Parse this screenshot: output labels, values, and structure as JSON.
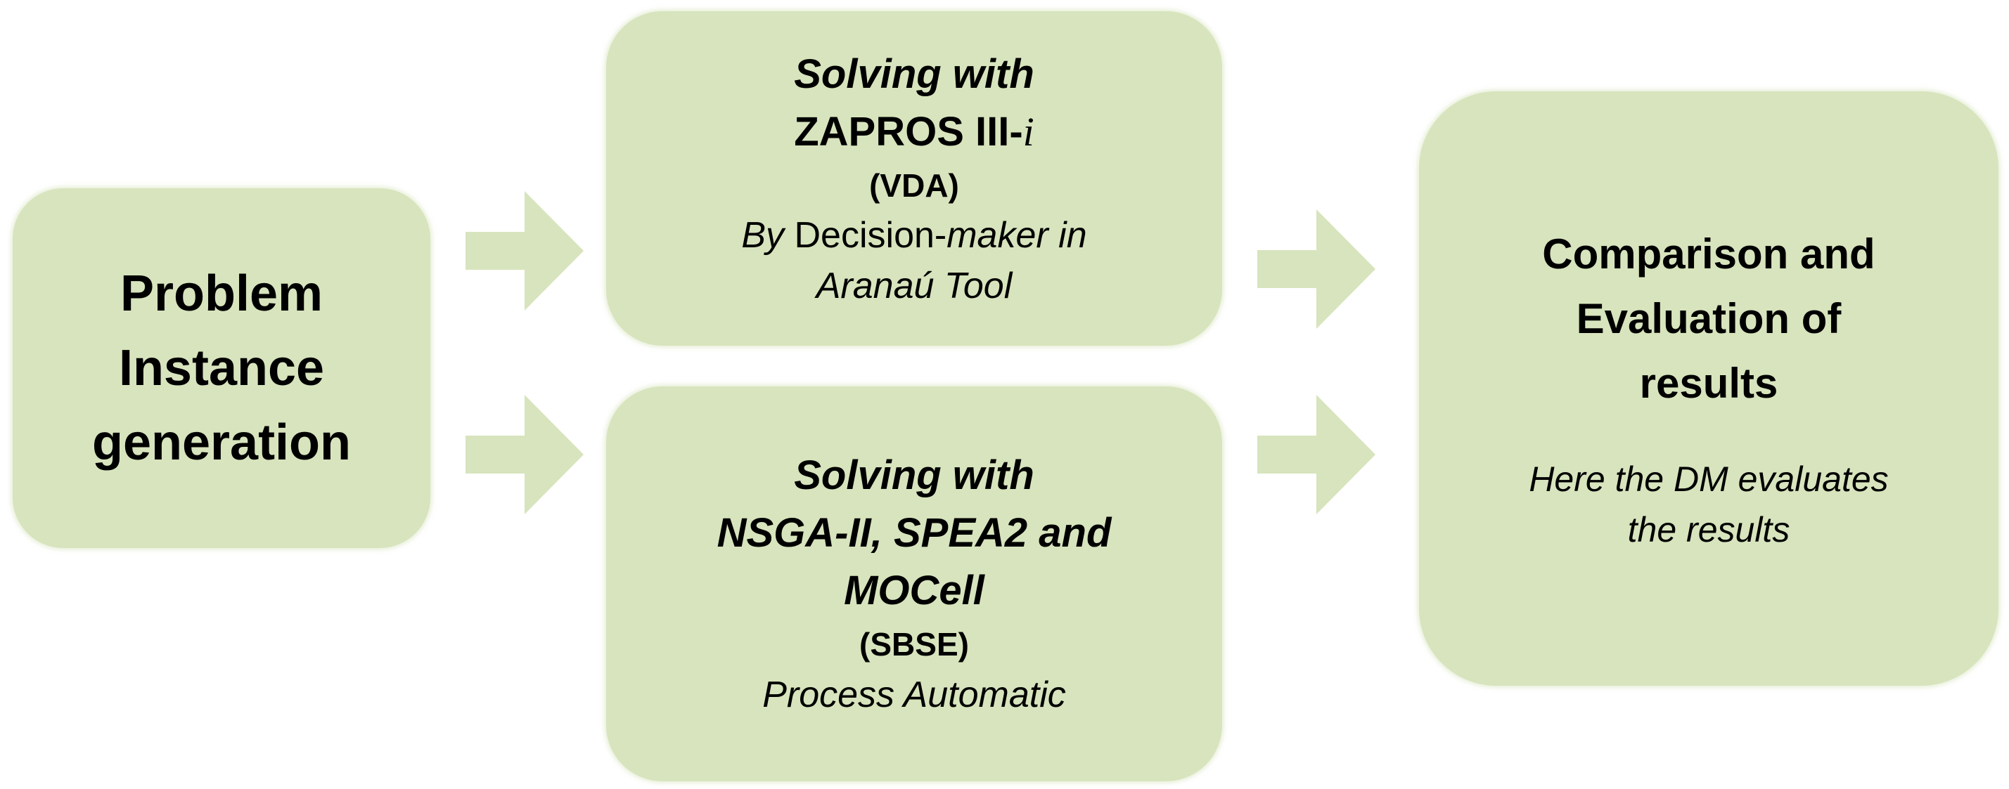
{
  "problem_box": {
    "lines": [
      "Problem",
      "Instance",
      "generation"
    ]
  },
  "vda_box": {
    "title_italic": "Solving with",
    "method": "ZAPROS III-",
    "method_suffix": "i",
    "tag": "(VDA)",
    "by_prefix": "By",
    "by_mid": " Decision-",
    "by_maker": "maker in",
    "tool": "Aranaú Tool"
  },
  "sbse_box": {
    "title_italic": "Solving with",
    "methods_line1": "NSGA-II, SPEA2 and",
    "methods_line2": "MOCell",
    "tag": "(SBSE)",
    "process": "Process Automatic"
  },
  "eval_box": {
    "title_lines": [
      "Comparison and",
      "Evaluation of",
      "results"
    ],
    "note_lines": [
      "Here the DM evaluates",
      "the results"
    ]
  },
  "colors": {
    "box_fill": "#d7e4bd",
    "arrow_fill": "#d7e4bd",
    "text": "#000000"
  }
}
